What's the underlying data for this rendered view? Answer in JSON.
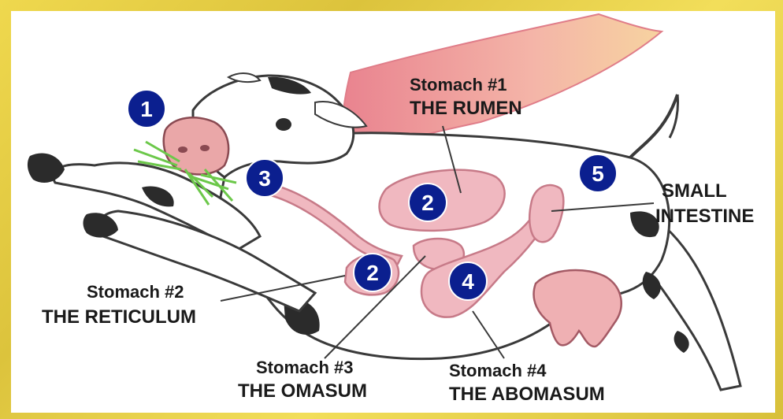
{
  "badges": {
    "one": "1",
    "two_rumen": "2",
    "two_reticulum": "2",
    "three": "3",
    "four": "4",
    "five": "5"
  },
  "labels": {
    "rumen_line1": "Stomach #1",
    "rumen_line2": "THE RUMEN",
    "reticulum_line1": "Stomach #2",
    "reticulum_line2": "THE RETICULUM",
    "omasum_line1": "Stomach #3",
    "omasum_line2": "THE OMASUM",
    "abomasum_line1": "Stomach #4",
    "abomasum_line2": "THE ABOMASUM",
    "intestine_line1": "SMALL",
    "intestine_line2": "INTESTINE"
  },
  "colors": {
    "badge": "#0b1f8f",
    "organ": "#f0b8c0",
    "organ_edge": "#c77a88",
    "hay": "#6cc84a"
  }
}
